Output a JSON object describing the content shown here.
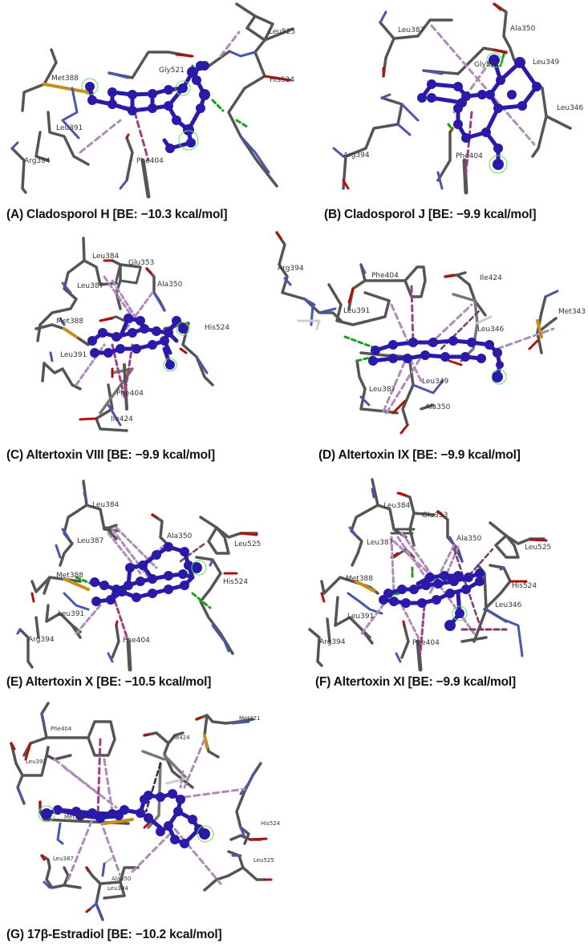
{
  "figure": {
    "colors": {
      "ligand": "#2a1aa8",
      "ligand_highlight": "#4a3cd0",
      "residue_carbon": "#555555",
      "nitrogen": "#4a55b0",
      "oxygen": "#b01010",
      "sulfur": "#c8901a",
      "hydrogen": "#cccccc",
      "hydrophobic_interaction": "#b08ab8",
      "pi_interaction": "#a04080",
      "hydrogen_bond": "#18a018",
      "halo": "#66dd66"
    },
    "panels": [
      {
        "id": "A",
        "caption": "(A) Cladosporol H [BE: −10.3 kcal/mol]",
        "ligand": "Cladosporol H",
        "binding_energy": "−10.3 kcal/mol",
        "residues": [
          "Leu525",
          "Gly521",
          "Met388",
          "His524",
          "Leu391",
          "Arg394",
          "Phe404"
        ]
      },
      {
        "id": "B",
        "caption": "(B) Cladosporol J [BE: −9.9 kcal/mol]",
        "ligand": "Cladosporol J",
        "binding_energy": "−9.9 kcal/mol",
        "residues": [
          "Leu387",
          "Ala350",
          "Gly521",
          "Leu349",
          "Leu346",
          "Arg394",
          "Phe404"
        ]
      },
      {
        "id": "C",
        "caption": "(C) Altertoxin VIII [BE: −9.9 kcal/mol]",
        "ligand": "Altertoxin VIII",
        "binding_energy": "−9.9 kcal/mol",
        "residues": [
          "Leu384",
          "Glu353",
          "Leu387",
          "Ala350",
          "Met388",
          "His524",
          "Leu391",
          "Phe404",
          "Ile424"
        ]
      },
      {
        "id": "D",
        "caption": "(D) Altertoxin IX [BE: −9.9 kcal/mol]",
        "ligand": "Altertoxin IX",
        "binding_energy": "−9.9 kcal/mol",
        "residues": [
          "Arg394",
          "Phe404",
          "Ile424",
          "Leu391",
          "Met343",
          "Leu346",
          "Leu387",
          "Leu349",
          "Ala350"
        ]
      },
      {
        "id": "E",
        "caption": "(E) Altertoxin X [BE: −10.5 kcal/mol]",
        "ligand": "Altertoxin X",
        "binding_energy": "−10.5 kcal/mol",
        "residues": [
          "Leu384",
          "Leu387",
          "Ala350",
          "Leu525",
          "Met388",
          "His524",
          "Leu391",
          "Arg394",
          "Phe404"
        ]
      },
      {
        "id": "F",
        "caption": "(F) Altertoxin XI [BE: −9.9 kcal/mol]",
        "ligand": "Altertoxin XI",
        "binding_energy": "−9.9 kcal/mol",
        "residues": [
          "Leu384",
          "Glu353",
          "Leu387",
          "Ala350",
          "Leu525",
          "Met388",
          "His524",
          "Leu346",
          "Leu391",
          "Arg394",
          "Phe404"
        ]
      },
      {
        "id": "G",
        "caption": "(G) 17β-Estradiol [BE: −10.2 kcal/mol]",
        "ligand": "17β-Estradiol",
        "binding_energy": "−10.2 kcal/mol",
        "residues": [
          "Met421",
          "Phe404",
          "Ile424",
          "Leu391",
          "Met388",
          "His524",
          "Leu387",
          "Leu525",
          "Ala350",
          "Leu384"
        ]
      }
    ]
  }
}
